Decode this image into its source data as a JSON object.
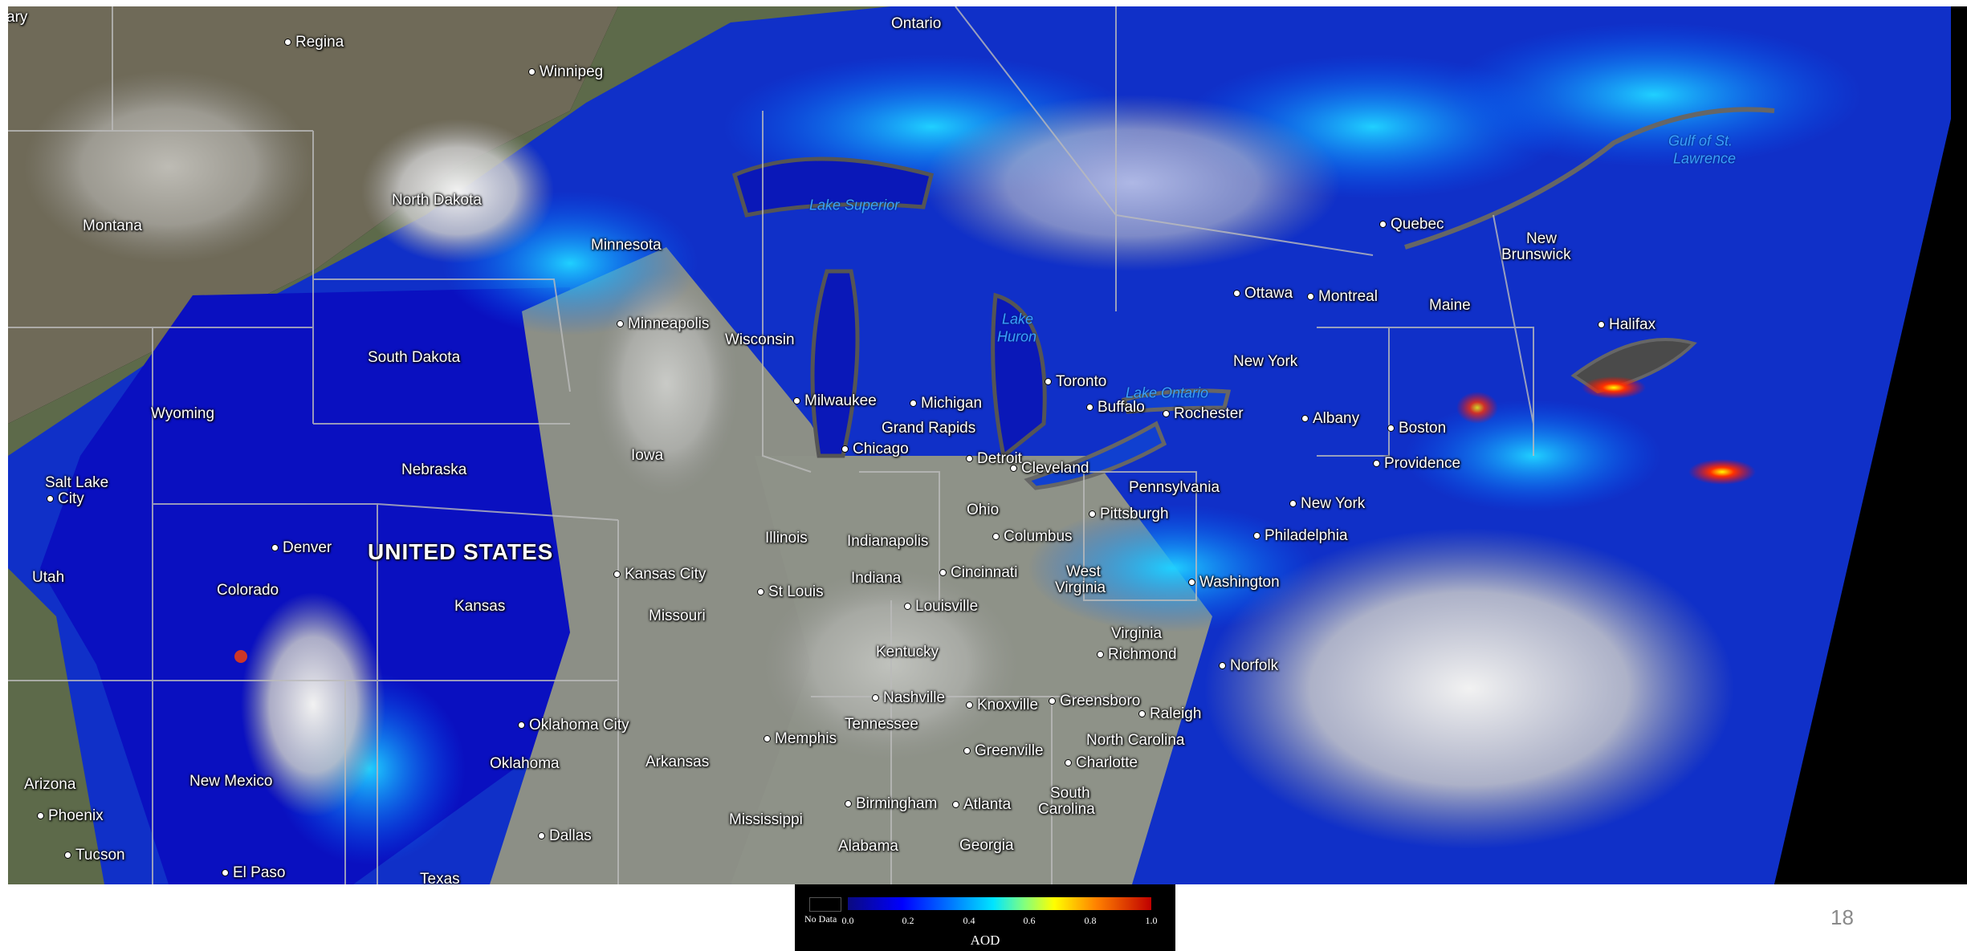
{
  "map": {
    "country_label": "UNITED STATES",
    "labels": [
      {
        "id": "ary",
        "text": "ary"
      },
      {
        "id": "ontario",
        "text": "Ontario"
      },
      {
        "id": "regina",
        "text": "Regina"
      },
      {
        "id": "winnipeg",
        "text": "Winnipeg"
      },
      {
        "id": "montana",
        "text": "Montana"
      },
      {
        "id": "north-dakota",
        "text": "North Dakota"
      },
      {
        "id": "minnesota",
        "text": "Minnesota"
      },
      {
        "id": "minneapolis",
        "text": "Minneapolis"
      },
      {
        "id": "south-dakota",
        "text": "South Dakota"
      },
      {
        "id": "wisconsin",
        "text": "Wisconsin"
      },
      {
        "id": "wyoming",
        "text": "Wyoming"
      },
      {
        "id": "salt-lake-city-1",
        "text": "Salt Lake"
      },
      {
        "id": "salt-lake-city-2",
        "text": "City"
      },
      {
        "id": "nebraska",
        "text": "Nebraska"
      },
      {
        "id": "iowa",
        "text": "Iowa"
      },
      {
        "id": "milwaukee",
        "text": "Milwaukee"
      },
      {
        "id": "michigan",
        "text": "Michigan"
      },
      {
        "id": "grand-rapids",
        "text": "Grand Rapids"
      },
      {
        "id": "chicago",
        "text": "Chicago"
      },
      {
        "id": "detroit",
        "text": "Detroit"
      },
      {
        "id": "cleveland",
        "text": "Cleveland"
      },
      {
        "id": "toronto",
        "text": "Toronto"
      },
      {
        "id": "buffalo",
        "text": "Buffalo"
      },
      {
        "id": "rochester",
        "text": "Rochester"
      },
      {
        "id": "ottawa",
        "text": "Ottawa"
      },
      {
        "id": "montreal",
        "text": "Montreal"
      },
      {
        "id": "quebec",
        "text": "Quebec"
      },
      {
        "id": "new-brunswick-1",
        "text": "New"
      },
      {
        "id": "new-brunswick-2",
        "text": "Brunswick"
      },
      {
        "id": "maine",
        "text": "Maine"
      },
      {
        "id": "halifax",
        "text": "Halifax"
      },
      {
        "id": "new-york-state",
        "text": "New York"
      },
      {
        "id": "albany",
        "text": "Albany"
      },
      {
        "id": "boston",
        "text": "Boston"
      },
      {
        "id": "providence",
        "text": "Providence"
      },
      {
        "id": "new-york-city",
        "text": "New York"
      },
      {
        "id": "pennsylvania",
        "text": "Pennsylvania"
      },
      {
        "id": "pittsburgh",
        "text": "Pittsburgh"
      },
      {
        "id": "philadelphia",
        "text": "Philadelphia"
      },
      {
        "id": "ohio",
        "text": "Ohio"
      },
      {
        "id": "columbus",
        "text": "Columbus"
      },
      {
        "id": "indianapolis",
        "text": "Indianapolis"
      },
      {
        "id": "indiana",
        "text": "Indiana"
      },
      {
        "id": "illinois",
        "text": "Illinois"
      },
      {
        "id": "cincinnati",
        "text": "Cincinnati"
      },
      {
        "id": "west-virginia-1",
        "text": "West"
      },
      {
        "id": "west-virginia-2",
        "text": "Virginia"
      },
      {
        "id": "washington",
        "text": "Washington"
      },
      {
        "id": "virginia",
        "text": "Virginia"
      },
      {
        "id": "richmond",
        "text": "Richmond"
      },
      {
        "id": "norfolk",
        "text": "Norfolk"
      },
      {
        "id": "denver",
        "text": "Denver"
      },
      {
        "id": "utah",
        "text": "Utah"
      },
      {
        "id": "colorado",
        "text": "Colorado"
      },
      {
        "id": "kansas-city",
        "text": "Kansas City"
      },
      {
        "id": "kansas",
        "text": "Kansas"
      },
      {
        "id": "missouri",
        "text": "Missouri"
      },
      {
        "id": "st-louis",
        "text": "St Louis"
      },
      {
        "id": "louisville",
        "text": "Louisville"
      },
      {
        "id": "kentucky",
        "text": "Kentucky"
      },
      {
        "id": "nashville",
        "text": "Nashville"
      },
      {
        "id": "tennessee",
        "text": "Tennessee"
      },
      {
        "id": "knoxville",
        "text": "Knoxville"
      },
      {
        "id": "greensboro",
        "text": "Greensboro"
      },
      {
        "id": "raleigh",
        "text": "Raleigh"
      },
      {
        "id": "north-carolina",
        "text": "North Carolina"
      },
      {
        "id": "charlotte",
        "text": "Charlotte"
      },
      {
        "id": "greenville",
        "text": "Greenville"
      },
      {
        "id": "south-carolina-1",
        "text": "South"
      },
      {
        "id": "south-carolina-2",
        "text": "Carolina"
      },
      {
        "id": "oklahoma-city",
        "text": "Oklahoma City"
      },
      {
        "id": "oklahoma",
        "text": "Oklahoma"
      },
      {
        "id": "memphis",
        "text": "Memphis"
      },
      {
        "id": "arkansas",
        "text": "Arkansas"
      },
      {
        "id": "birmingham",
        "text": "Birmingham"
      },
      {
        "id": "atlanta",
        "text": "Atlanta"
      },
      {
        "id": "mississippi",
        "text": "Mississippi"
      },
      {
        "id": "alabama",
        "text": "Alabama"
      },
      {
        "id": "georgia",
        "text": "Georgia"
      },
      {
        "id": "arizona",
        "text": "Arizona"
      },
      {
        "id": "phoenix",
        "text": "Phoenix"
      },
      {
        "id": "tucson",
        "text": "Tucson"
      },
      {
        "id": "new-mexico",
        "text": "New Mexico"
      },
      {
        "id": "el-paso",
        "text": "El Paso"
      },
      {
        "id": "dallas",
        "text": "Dallas"
      },
      {
        "id": "texas",
        "text": "Texas"
      }
    ],
    "water_labels": [
      {
        "id": "lake-superior",
        "text": "Lake Superior"
      },
      {
        "id": "lake-huron-1",
        "text": "Lake"
      },
      {
        "id": "lake-huron-2",
        "text": "Huron"
      },
      {
        "id": "lake-ontario",
        "text": "Lake Ontario"
      },
      {
        "id": "gulf-st-lawrence-1",
        "text": "Gulf of St."
      },
      {
        "id": "gulf-st-lawrence-2",
        "text": "Lawrence"
      }
    ]
  },
  "legend": {
    "no_data_label": "No Data",
    "ticks": [
      "0.0",
      "0.2",
      "0.4",
      "0.6",
      "0.8",
      "1.0"
    ],
    "title": "AOD",
    "colors": {
      "low": "#0a0a80",
      "mid": "#00e5ff",
      "high": "#c00000"
    }
  },
  "page_number": "18"
}
